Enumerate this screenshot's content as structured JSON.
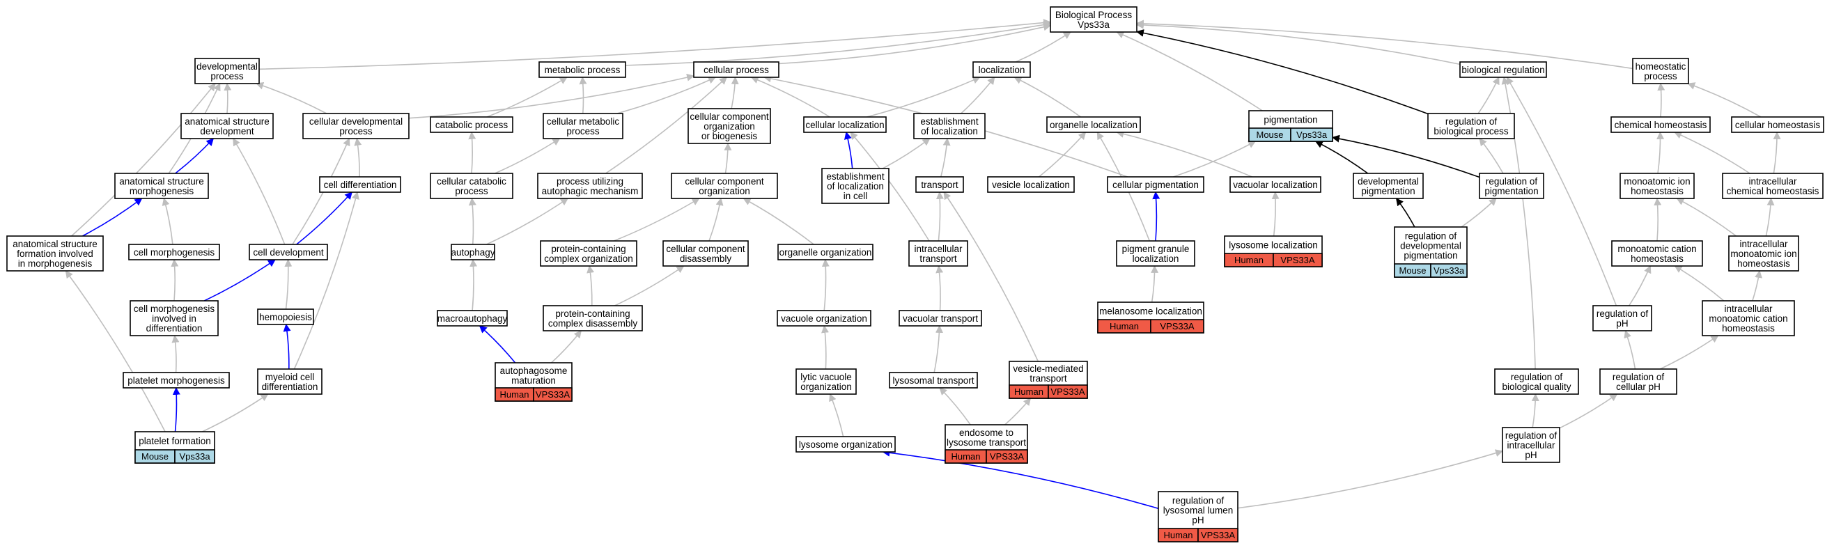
{
  "colors": {
    "edge_default": "#bebebe",
    "edge_highlight": "#0000ff",
    "edge_dark": "#000000",
    "mouse_tag": "#add8e6",
    "human_tag": "#f05a46"
  },
  "nodes": [
    {
      "id": "bp",
      "lines": [
        "Biological Process",
        "Vps33a"
      ]
    },
    {
      "id": "devproc",
      "lines": [
        "developmental",
        "process"
      ]
    },
    {
      "id": "metproc",
      "lines": [
        "metabolic process"
      ]
    },
    {
      "id": "cellproc",
      "lines": [
        "cellular process"
      ]
    },
    {
      "id": "loc",
      "lines": [
        "localization"
      ]
    },
    {
      "id": "bioreg",
      "lines": [
        "biological regulation"
      ]
    },
    {
      "id": "homeo",
      "lines": [
        "homeostatic",
        "process"
      ]
    },
    {
      "id": "asd",
      "lines": [
        "anatomical structure",
        "development"
      ]
    },
    {
      "id": "cdp",
      "lines": [
        "cellular developmental",
        "process"
      ]
    },
    {
      "id": "catab",
      "lines": [
        "catabolic process"
      ]
    },
    {
      "id": "cmp",
      "lines": [
        "cellular metabolic",
        "process"
      ]
    },
    {
      "id": "ccob",
      "lines": [
        "cellular component",
        "organization",
        "or biogenesis"
      ]
    },
    {
      "id": "cellloc",
      "lines": [
        "cellular localization"
      ]
    },
    {
      "id": "estloc",
      "lines": [
        "establishment",
        "of localization"
      ]
    },
    {
      "id": "orgloc",
      "lines": [
        "organelle localization"
      ]
    },
    {
      "id": "pigm",
      "lines": [
        "pigmentation"
      ],
      "tags": [
        "Mouse",
        "Vps33a"
      ]
    },
    {
      "id": "regbp",
      "lines": [
        "regulation of",
        "biological process"
      ]
    },
    {
      "id": "chemho",
      "lines": [
        "chemical homeostasis"
      ]
    },
    {
      "id": "cellho",
      "lines": [
        "cellular homeostasis"
      ]
    },
    {
      "id": "asm",
      "lines": [
        "anatomical structure",
        "morphogenesis"
      ]
    },
    {
      "id": "celldiff",
      "lines": [
        "cell differentiation"
      ]
    },
    {
      "id": "ccp",
      "lines": [
        "cellular catabolic",
        "process"
      ]
    },
    {
      "id": "puam",
      "lines": [
        "process utilizing",
        "autophagic mechanism"
      ]
    },
    {
      "id": "cco",
      "lines": [
        "cellular component",
        "organization"
      ]
    },
    {
      "id": "estlocc",
      "lines": [
        "establishment",
        "of localization",
        "in cell"
      ]
    },
    {
      "id": "transport",
      "lines": [
        "transport"
      ]
    },
    {
      "id": "vesloc",
      "lines": [
        "vesicle localization"
      ]
    },
    {
      "id": "cellpig",
      "lines": [
        "cellular pigmentation"
      ]
    },
    {
      "id": "vacloc",
      "lines": [
        "vacuolar localization"
      ]
    },
    {
      "id": "devpig",
      "lines": [
        "developmental",
        "pigmentation"
      ]
    },
    {
      "id": "regpig",
      "lines": [
        "regulation of",
        "pigmentation"
      ]
    },
    {
      "id": "monoho",
      "lines": [
        "monoatomic ion",
        "homeostasis"
      ]
    },
    {
      "id": "icho",
      "lines": [
        "intracellular",
        "chemical homeostasis"
      ]
    },
    {
      "id": "asfim",
      "lines": [
        "anatomical structure",
        "formation involved",
        "in morphogenesis"
      ]
    },
    {
      "id": "cellmorph",
      "lines": [
        "cell morphogenesis"
      ]
    },
    {
      "id": "celldev",
      "lines": [
        "cell development"
      ]
    },
    {
      "id": "autoph",
      "lines": [
        "autophagy"
      ]
    },
    {
      "id": "pcco",
      "lines": [
        "protein-containing",
        "complex organization"
      ]
    },
    {
      "id": "ccd",
      "lines": [
        "cellular component",
        "disassembly"
      ]
    },
    {
      "id": "orgorg",
      "lines": [
        "organelle organization"
      ]
    },
    {
      "id": "ictrans",
      "lines": [
        "intracellular",
        "transport"
      ]
    },
    {
      "id": "pgl",
      "lines": [
        "pigment granule",
        "localization"
      ]
    },
    {
      "id": "lysloc",
      "lines": [
        "lysosome localization"
      ],
      "tags": [
        "Human",
        "VPS33A"
      ]
    },
    {
      "id": "regdevpig",
      "lines": [
        "regulation of",
        "developmental",
        "pigmentation"
      ],
      "tags": [
        "Mouse",
        "Vps33a"
      ]
    },
    {
      "id": "monocatho",
      "lines": [
        "monoatomic cation",
        "homeostasis"
      ]
    },
    {
      "id": "icmiho",
      "lines": [
        "intracellular",
        "monoatomic ion",
        "homeostasis"
      ]
    },
    {
      "id": "cmid",
      "lines": [
        "cell morphogenesis",
        "involved in",
        "differentiation"
      ]
    },
    {
      "id": "hemopo",
      "lines": [
        "hemopoiesis"
      ]
    },
    {
      "id": "macroaut",
      "lines": [
        "macroautophagy"
      ]
    },
    {
      "id": "pccd",
      "lines": [
        "protein-containing",
        "complex disassembly"
      ]
    },
    {
      "id": "vacorg",
      "lines": [
        "vacuole organization"
      ]
    },
    {
      "id": "vactrans",
      "lines": [
        "vacuolar transport"
      ]
    },
    {
      "id": "melloc",
      "lines": [
        "melanosome localization"
      ],
      "tags": [
        "Human",
        "VPS33A"
      ]
    },
    {
      "id": "regph",
      "lines": [
        "regulation of",
        "pH"
      ]
    },
    {
      "id": "icmcho",
      "lines": [
        "intracellular",
        "monoatomic cation",
        "homeostasis"
      ]
    },
    {
      "id": "platmorph",
      "lines": [
        "platelet morphogenesis"
      ]
    },
    {
      "id": "myeloid",
      "lines": [
        "myeloid cell",
        "differentiation"
      ]
    },
    {
      "id": "autmat",
      "lines": [
        "autophagosome",
        "maturation"
      ],
      "tags": [
        "Human",
        "VPS33A"
      ]
    },
    {
      "id": "lytvac",
      "lines": [
        "lytic vacuole",
        "organization"
      ]
    },
    {
      "id": "lystrans",
      "lines": [
        "lysosomal transport"
      ]
    },
    {
      "id": "vesmed",
      "lines": [
        "vesicle-mediated",
        "transport"
      ],
      "tags": [
        "Human",
        "VPS33A"
      ]
    },
    {
      "id": "regbq",
      "lines": [
        "regulation of",
        "biological quality"
      ]
    },
    {
      "id": "regcph",
      "lines": [
        "regulation of",
        "cellular pH"
      ]
    },
    {
      "id": "platform",
      "lines": [
        "platelet formation"
      ],
      "tags": [
        "Mouse",
        "Vps33a"
      ]
    },
    {
      "id": "lysorg",
      "lines": [
        "lysosome organization"
      ]
    },
    {
      "id": "endolys",
      "lines": [
        "endosome to",
        "lysosome transport"
      ],
      "tags": [
        "Human",
        "VPS33A"
      ]
    },
    {
      "id": "regiph",
      "lines": [
        "regulation of",
        "intracellular",
        "pH"
      ]
    },
    {
      "id": "reglys",
      "lines": [
        "regulation of",
        "lysosomal lumen",
        "pH"
      ],
      "tags": [
        "Human",
        "VPS33A"
      ]
    }
  ],
  "edges": [
    {
      "from": "devproc",
      "to": "bp",
      "type": "default"
    },
    {
      "from": "metproc",
      "to": "bp",
      "type": "default"
    },
    {
      "from": "cellproc",
      "to": "bp",
      "type": "default"
    },
    {
      "from": "loc",
      "to": "bp",
      "type": "default"
    },
    {
      "from": "bioreg",
      "to": "bp",
      "type": "default"
    },
    {
      "from": "homeo",
      "to": "bp",
      "type": "default"
    },
    {
      "from": "pigm",
      "to": "bp",
      "type": "default"
    },
    {
      "from": "regbp",
      "to": "bp",
      "type": "dark"
    },
    {
      "from": "asd",
      "to": "devproc",
      "type": "default"
    },
    {
      "from": "cdp",
      "to": "devproc",
      "type": "default"
    },
    {
      "from": "asm",
      "to": "devproc",
      "type": "default"
    },
    {
      "from": "asfim",
      "to": "devproc",
      "type": "default"
    },
    {
      "from": "cdp",
      "to": "cellproc",
      "type": "default"
    },
    {
      "from": "cmp",
      "to": "cellproc",
      "type": "default"
    },
    {
      "from": "ccob",
      "to": "cellproc",
      "type": "default"
    },
    {
      "from": "cellloc",
      "to": "cellproc",
      "type": "default"
    },
    {
      "from": "puam",
      "to": "cellproc",
      "type": "default"
    },
    {
      "from": "cellpig",
      "to": "cellproc",
      "type": "default"
    },
    {
      "from": "catab",
      "to": "metproc",
      "type": "default"
    },
    {
      "from": "cmp",
      "to": "metproc",
      "type": "default"
    },
    {
      "from": "cellloc",
      "to": "loc",
      "type": "default"
    },
    {
      "from": "estloc",
      "to": "loc",
      "type": "default"
    },
    {
      "from": "orgloc",
      "to": "loc",
      "type": "default"
    },
    {
      "from": "regbp",
      "to": "bioreg",
      "type": "default"
    },
    {
      "from": "regph",
      "to": "bioreg",
      "type": "default"
    },
    {
      "from": "regbq",
      "to": "bioreg",
      "type": "default"
    },
    {
      "from": "chemho",
      "to": "homeo",
      "type": "default"
    },
    {
      "from": "cellho",
      "to": "homeo",
      "type": "default"
    },
    {
      "from": "asm",
      "to": "asd",
      "type": "highlight"
    },
    {
      "from": "celldev",
      "to": "asd",
      "type": "default"
    },
    {
      "from": "celldiff",
      "to": "cdp",
      "type": "default"
    },
    {
      "from": "celldev",
      "to": "cdp",
      "type": "default"
    },
    {
      "from": "ccp",
      "to": "catab",
      "type": "default"
    },
    {
      "from": "ccp",
      "to": "cmp",
      "type": "default"
    },
    {
      "from": "cco",
      "to": "ccob",
      "type": "default"
    },
    {
      "from": "estlocc",
      "to": "cellloc",
      "type": "highlight"
    },
    {
      "from": "ictrans",
      "to": "cellloc",
      "type": "default"
    },
    {
      "from": "estlocc",
      "to": "estloc",
      "type": "default"
    },
    {
      "from": "transport",
      "to": "estloc",
      "type": "default"
    },
    {
      "from": "vesloc",
      "to": "orgloc",
      "type": "default"
    },
    {
      "from": "vacloc",
      "to": "orgloc",
      "type": "default"
    },
    {
      "from": "pgl",
      "to": "orgloc",
      "type": "default"
    },
    {
      "from": "cellpig",
      "to": "pigm",
      "type": "default"
    },
    {
      "from": "devpig",
      "to": "pigm",
      "type": "dark"
    },
    {
      "from": "regpig",
      "to": "pigm",
      "type": "dark"
    },
    {
      "from": "regpig",
      "to": "regbp",
      "type": "default"
    },
    {
      "from": "monoho",
      "to": "chemho",
      "type": "default"
    },
    {
      "from": "icho",
      "to": "chemho",
      "type": "default"
    },
    {
      "from": "icho",
      "to": "cellho",
      "type": "default"
    },
    {
      "from": "asfim",
      "to": "asm",
      "type": "highlight"
    },
    {
      "from": "cellmorph",
      "to": "asm",
      "type": "default"
    },
    {
      "from": "celldev",
      "to": "celldiff",
      "type": "highlight"
    },
    {
      "from": "myeloid",
      "to": "celldiff",
      "type": "default"
    },
    {
      "from": "autoph",
      "to": "ccp",
      "type": "default"
    },
    {
      "from": "autoph",
      "to": "puam",
      "type": "default"
    },
    {
      "from": "pcco",
      "to": "cco",
      "type": "default"
    },
    {
      "from": "ccd",
      "to": "cco",
      "type": "default"
    },
    {
      "from": "orgorg",
      "to": "cco",
      "type": "default"
    },
    {
      "from": "ictrans",
      "to": "transport",
      "type": "default"
    },
    {
      "from": "vesmed",
      "to": "transport",
      "type": "default"
    },
    {
      "from": "pgl",
      "to": "cellpig",
      "type": "highlight"
    },
    {
      "from": "lysloc",
      "to": "vacloc",
      "type": "default"
    },
    {
      "from": "regdevpig",
      "to": "devpig",
      "type": "dark"
    },
    {
      "from": "regdevpig",
      "to": "regpig",
      "type": "default"
    },
    {
      "from": "monocatho",
      "to": "monoho",
      "type": "default"
    },
    {
      "from": "icmiho",
      "to": "monoho",
      "type": "default"
    },
    {
      "from": "icmiho",
      "to": "icho",
      "type": "default"
    },
    {
      "from": "cmid",
      "to": "cellmorph",
      "type": "default"
    },
    {
      "from": "cmid",
      "to": "celldev",
      "type": "highlight"
    },
    {
      "from": "hemopo",
      "to": "celldev",
      "type": "default"
    },
    {
      "from": "macroaut",
      "to": "autoph",
      "type": "default"
    },
    {
      "from": "pccd",
      "to": "pcco",
      "type": "default"
    },
    {
      "from": "pccd",
      "to": "ccd",
      "type": "default"
    },
    {
      "from": "vacorg",
      "to": "orgorg",
      "type": "default"
    },
    {
      "from": "vactrans",
      "to": "ictrans",
      "type": "default"
    },
    {
      "from": "melloc",
      "to": "pgl",
      "type": "default"
    },
    {
      "from": "regph",
      "to": "monocatho",
      "type": "default"
    },
    {
      "from": "icmcho",
      "to": "monocatho",
      "type": "default"
    },
    {
      "from": "icmcho",
      "to": "icmiho",
      "type": "default"
    },
    {
      "from": "platmorph",
      "to": "cmid",
      "type": "default"
    },
    {
      "from": "myeloid",
      "to": "hemopo",
      "type": "highlight"
    },
    {
      "from": "autmat",
      "to": "macroaut",
      "type": "highlight"
    },
    {
      "from": "autmat",
      "to": "pccd",
      "type": "default"
    },
    {
      "from": "lytvac",
      "to": "vacorg",
      "type": "default"
    },
    {
      "from": "lystrans",
      "to": "vactrans",
      "type": "default"
    },
    {
      "from": "regcph",
      "to": "regph",
      "type": "default"
    },
    {
      "from": "regcph",
      "to": "icmcho",
      "type": "default"
    },
    {
      "from": "platform",
      "to": "platmorph",
      "type": "highlight"
    },
    {
      "from": "platform",
      "to": "myeloid",
      "type": "default"
    },
    {
      "from": "platform",
      "to": "asfim",
      "type": "default"
    },
    {
      "from": "lysorg",
      "to": "lytvac",
      "type": "default"
    },
    {
      "from": "endolys",
      "to": "lystrans",
      "type": "default"
    },
    {
      "from": "endolys",
      "to": "vesmed",
      "type": "default"
    },
    {
      "from": "regiph",
      "to": "regbq",
      "type": "default"
    },
    {
      "from": "regiph",
      "to": "regcph",
      "type": "default"
    },
    {
      "from": "reglys",
      "to": "regiph",
      "type": "default"
    },
    {
      "from": "reglys",
      "to": "lysorg",
      "type": "highlight"
    }
  ]
}
